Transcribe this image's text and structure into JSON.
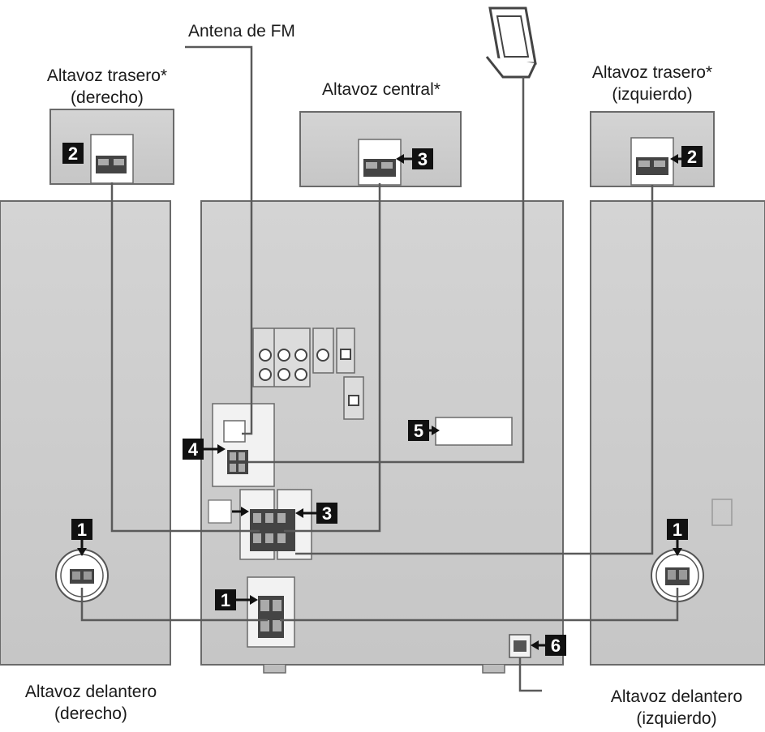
{
  "labels": {
    "fm_antenna": "Antena de FM",
    "rear_right_line1": "Altavoz trasero*",
    "rear_right_line2": "(derecho)",
    "center": "Altavoz central*",
    "rear_left_line1": "Altavoz trasero*",
    "rear_left_line2": "(izquierdo)",
    "front_right_line1": "Altavoz delantero",
    "front_right_line2": "(derecho)",
    "front_left_line1": "Altavoz delantero",
    "front_left_line2": "(izquierdo)"
  },
  "badges": {
    "rear_right": "2",
    "center": "3",
    "rear_left": "2",
    "antenna_terminal": "4",
    "label_panel": "5",
    "center_terminal": "3",
    "front_right": "1",
    "front_left": "1",
    "front_terminal": "1",
    "power_cord": "6"
  },
  "colors": {
    "panel": "#cfcfcf",
    "panel_stroke": "#5a5a5a",
    "badge": "#111111",
    "wire": "#5a5a5a"
  }
}
